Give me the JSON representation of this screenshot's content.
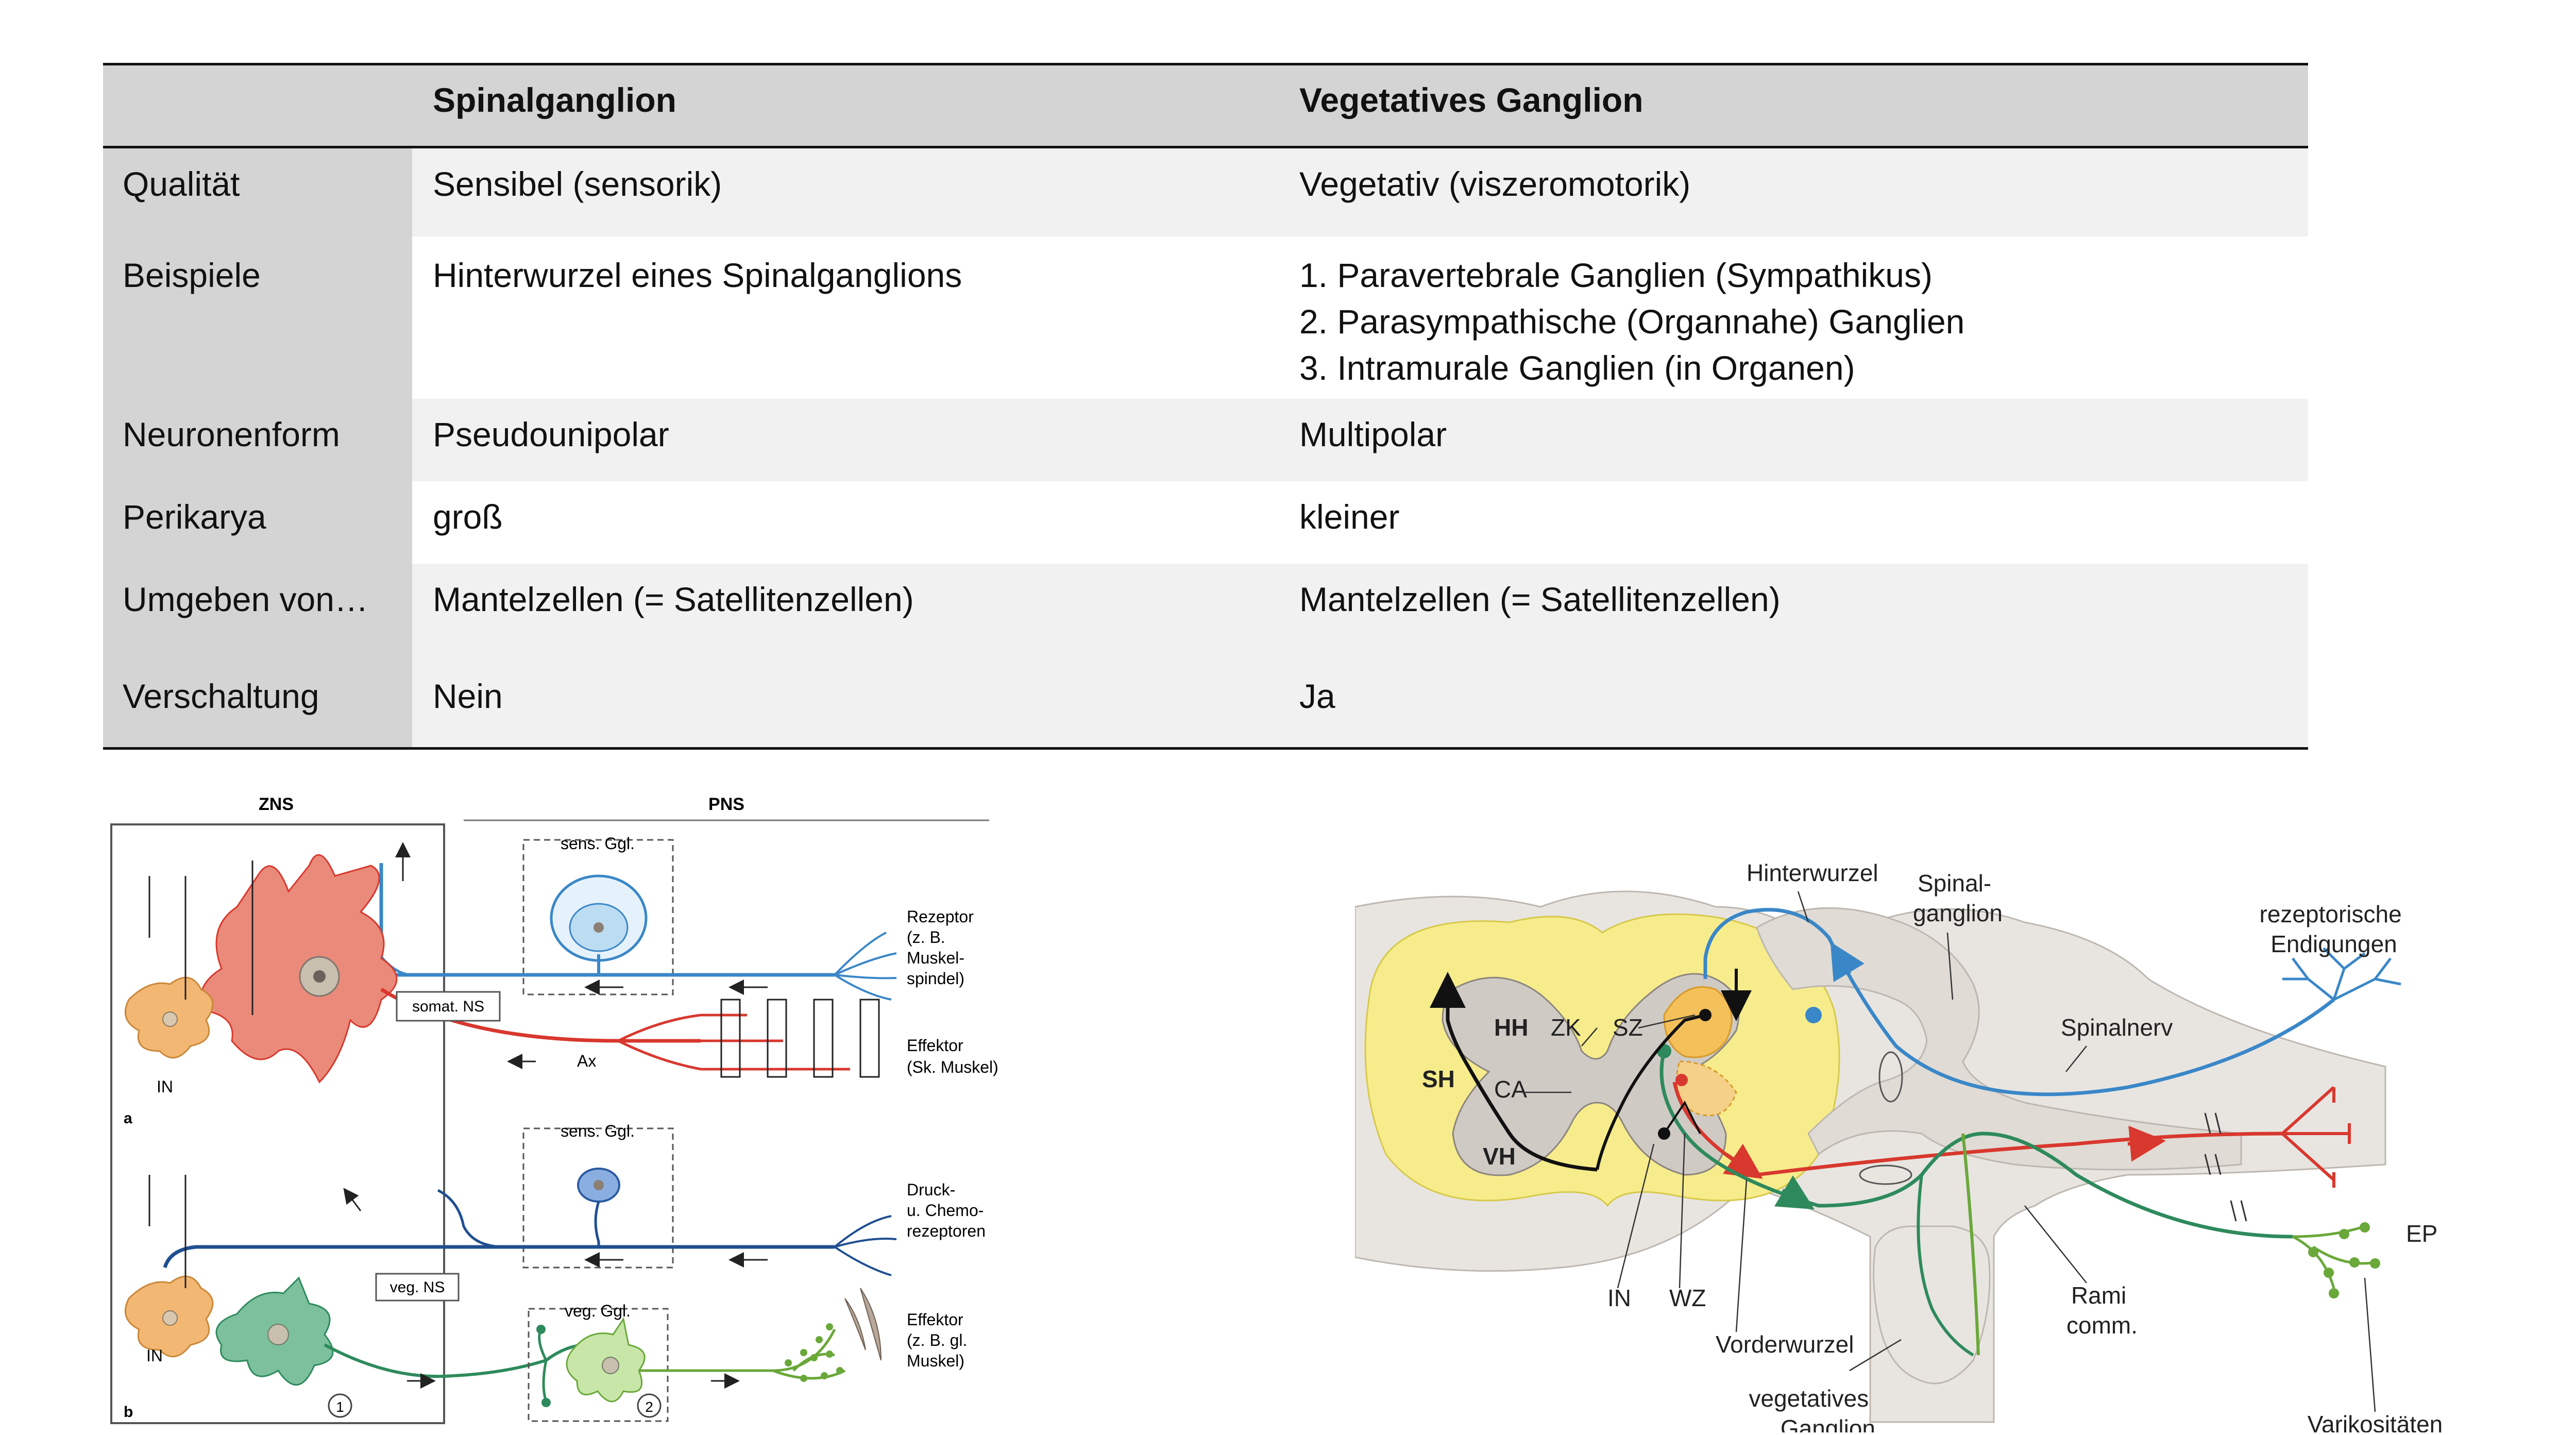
{
  "table": {
    "headers": [
      "",
      "Spinalganglion",
      "Vegetatives Ganglion"
    ],
    "rows": [
      {
        "label": "Qualität",
        "spinal": "Sensibel (sensorik)",
        "vegetativ": "Vegetativ (viszeromotorik)"
      },
      {
        "label": "Beispiele",
        "spinal": "Hinterwurzel eines Spinalganglions",
        "vegetativ_list": [
          "1. Paravertebrale Ganglien (Sympathikus)",
          "2. Parasympathische (Organnahe) Ganglien",
          "3. Intramurale Ganglien (in Organen)"
        ]
      },
      {
        "label": "Neuronenform",
        "spinal": "Pseudounipolar",
        "vegetativ": "Multipolar"
      },
      {
        "label": "Perikarya",
        "spinal": "groß",
        "vegetativ": "kleiner"
      },
      {
        "label": "Umgeben von…",
        "spinal": "Mantelzellen (= Satellitenzellen)",
        "vegetativ": "Mantelzellen (= Satellitenzellen)"
      },
      {
        "label": "Verschaltung",
        "spinal": "Nein",
        "vegetativ": "Ja"
      }
    ]
  },
  "figure_left": {
    "zns": "ZNS",
    "pns": "PNS",
    "sens_ggl_a": "sens. Ggl.",
    "sens_ggl_b": "sens. Ggl.",
    "veg_ggl": "veg. Ggl.",
    "somat_ns": "somat. NS",
    "veg_ns": "veg. NS",
    "in_a": "IN",
    "in_b": "IN",
    "ax": "Ax",
    "panel_a": "a",
    "panel_b": "b",
    "rezeptor": [
      "Rezeptor",
      "(z. B.",
      "Muskel-",
      "spindel)"
    ],
    "effektor_a": [
      "Effektor",
      "(Sk. Muskel)"
    ],
    "druck": [
      "Druck-",
      "u. Chemo-",
      "rezeptoren"
    ],
    "effektor_b": [
      "Effektor",
      "(z. B. gl.",
      "Muskel)"
    ],
    "num1": "1",
    "num2": "2"
  },
  "figure_right": {
    "hinterwurzel": "Hinterwurzel",
    "spinalganglion": [
      "Spinal-",
      "ganglion"
    ],
    "rezeptorische": [
      "rezeptorische",
      "Endigungen"
    ],
    "spinalnerv": "Spinalnerv",
    "hh": "HH",
    "zk": "ZK",
    "sz": "SZ",
    "sh": "SH",
    "ca": "CA",
    "vh": "VH",
    "ep": "EP",
    "in": "IN",
    "wz": "WZ",
    "vorderwurzel": "Vorderwurzel",
    "rami": [
      "Rami",
      "comm."
    ],
    "vegetatives_ganglion": [
      "vegetatives",
      "Ganglion"
    ],
    "varikositaeten": "Varikositäten"
  },
  "colors": {
    "sensory_blue": "#3a87c8",
    "motor_red": "#d8382e",
    "vegetative_green": "#2e8a5c",
    "effector_green": "#6aa83a",
    "neuron_red": "#e98a7a",
    "neuron_orange": "#f2b772",
    "neuron_green": "#7cc09e",
    "cord_yellow": "#f7ec8c",
    "grey_matter": "#cfcac4",
    "table_header": "#d4d4d4",
    "row_shade": "#f1f1f1"
  }
}
